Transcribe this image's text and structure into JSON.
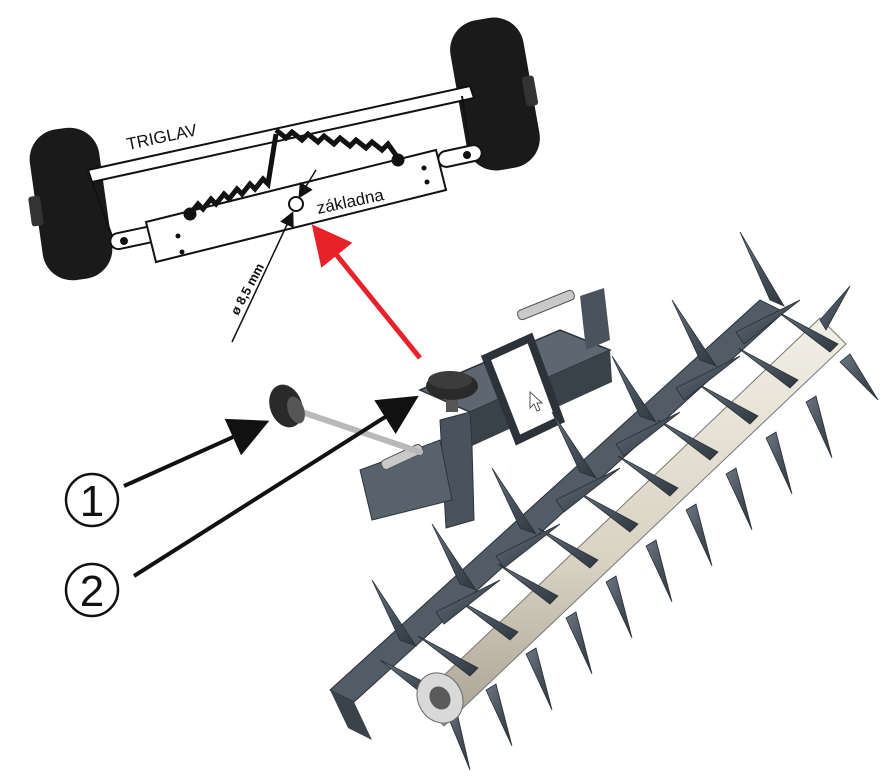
{
  "diagram": {
    "frame_name": "TRIGLAV",
    "base_plate_label": "základna",
    "hole_diameter": "ø 8,5 mm",
    "callouts": [
      {
        "number": "1",
        "part": "retaining pin with knob"
      },
      {
        "number": "2",
        "part": "locking knob"
      }
    ],
    "colors": {
      "highlight_arrow": "#e8222b",
      "callout_arrow": "#111111",
      "steel": "#4f5a66",
      "tire": "#1a1a1a"
    }
  }
}
